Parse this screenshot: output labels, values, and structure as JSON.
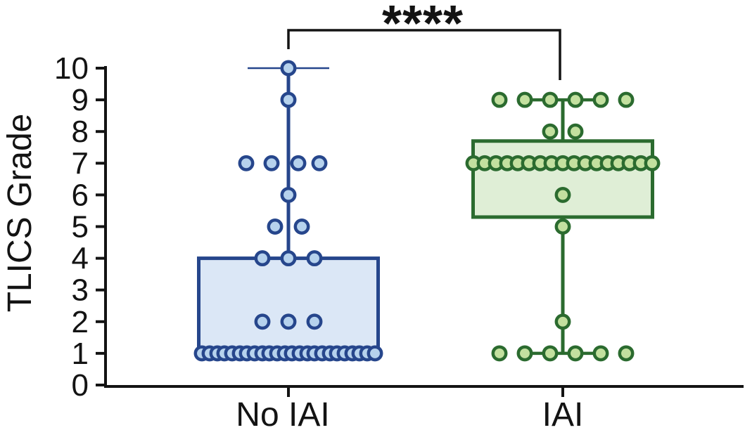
{
  "figure": {
    "background": "#ffffff",
    "axis_color": "#131313"
  },
  "chart_data": {
    "type": "boxplot+scatter",
    "title": "",
    "xlabel": "",
    "ylabel": "TLICS Grade",
    "ylim": [
      0,
      10
    ],
    "yticks": [
      0,
      1,
      2,
      3,
      4,
      5,
      6,
      7,
      8,
      9,
      10
    ],
    "x_categories": [
      "No IAI",
      "IAI"
    ],
    "legend": "none",
    "grid": false,
    "significance": {
      "label": "****",
      "between": [
        "No IAI",
        "IAI"
      ]
    },
    "groups": [
      {
        "label": "No IAI",
        "n_points": 39,
        "box": {
          "q1": 1,
          "median": 1,
          "q3": 4,
          "whisker_low": 1,
          "whisker_high": 10
        },
        "colors": {
          "stroke": "#26468c",
          "point_fill": "#b6d2ed",
          "box_fill": "#dbe7f6"
        },
        "whisker_caps": [
          {
            "grade": 10,
            "half_width": 58,
            "stroke_width": 2.5
          }
        ],
        "points": [
          {
            "grade": 10,
            "offsets": [
              0
            ]
          },
          {
            "grade": 9,
            "offsets": [
              0
            ]
          },
          {
            "grade": 7,
            "offsets": [
              -60,
              -24,
              14,
              44
            ]
          },
          {
            "grade": 6,
            "offsets": [
              0
            ]
          },
          {
            "grade": 5,
            "offsets": [
              -19,
              19
            ]
          },
          {
            "grade": 4,
            "offsets": [
              -37,
              0,
              37
            ]
          },
          {
            "grade": 2,
            "offsets": [
              -37,
              0,
              37
            ]
          },
          {
            "grade": 1,
            "offsets": [
              -123,
              -112,
              -101,
              -91,
              -80,
              -69,
              -59,
              -48,
              -37,
              -27,
              -16,
              -5,
              5,
              16,
              27,
              37,
              48,
              59,
              69,
              80,
              91,
              101,
              112,
              123
            ]
          }
        ]
      },
      {
        "label": "IAI",
        "n_points": 34,
        "box": {
          "q1": 5.3,
          "median": 7,
          "q3": 7.7,
          "whisker_low": 1,
          "whisker_high": 9
        },
        "colors": {
          "stroke": "#2b6b2f",
          "point_fill": "#c3e09f",
          "box_fill": "#dfeed6"
        },
        "whisker_caps": [
          {
            "grade": 9,
            "half_width": 58,
            "stroke_width": 4.5
          },
          {
            "grade": 1,
            "half_width": 58,
            "stroke_width": 4.5
          }
        ],
        "points": [
          {
            "grade": 9,
            "offsets": [
              -90,
              -54,
              -18,
              18,
              54,
              90
            ]
          },
          {
            "grade": 8,
            "offsets": [
              -18,
              18
            ]
          },
          {
            "grade": 7,
            "offsets": [
              -127,
              -111,
              -95,
              -79,
              -64,
              -48,
              -32,
              -16,
              0,
              16,
              32,
              48,
              64,
              79,
              95,
              111,
              127
            ]
          },
          {
            "grade": 6,
            "offsets": [
              0
            ]
          },
          {
            "grade": 5,
            "offsets": [
              0
            ]
          },
          {
            "grade": 2,
            "offsets": [
              0
            ]
          },
          {
            "grade": 1,
            "offsets": [
              -90,
              -54,
              -18,
              18,
              54,
              90
            ]
          }
        ]
      }
    ]
  }
}
